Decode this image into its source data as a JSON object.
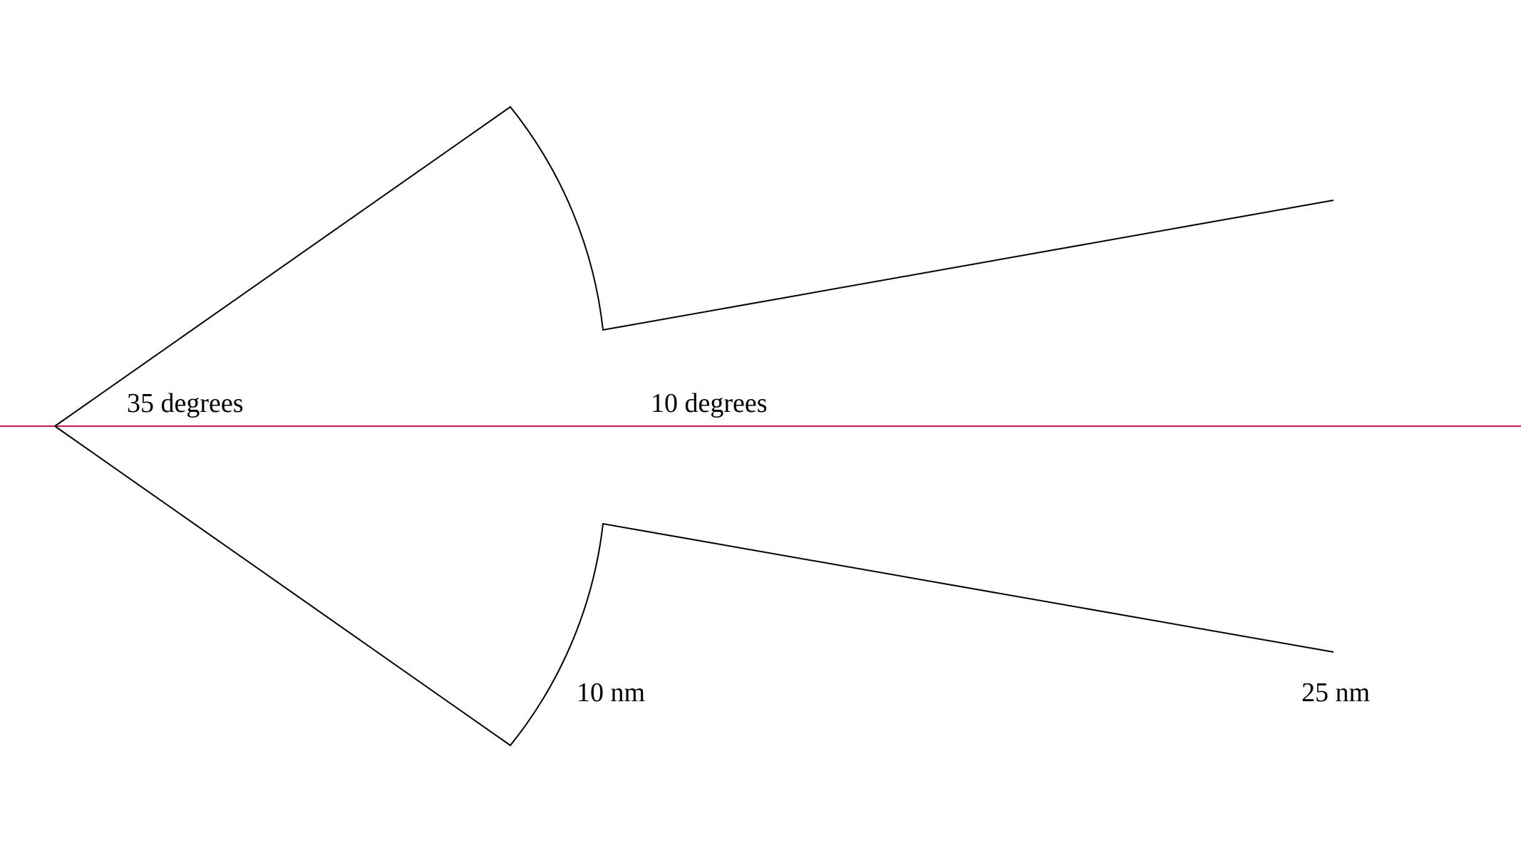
{
  "colors": {
    "outline": "#000000",
    "axis": "#c2185b",
    "text": "#000000",
    "background": "#ffffff"
  },
  "labels": {
    "angle_tip": "35 degrees",
    "angle_tail": "10 degrees",
    "length_head": "10 nm",
    "length_tail": "25 nm"
  }
}
